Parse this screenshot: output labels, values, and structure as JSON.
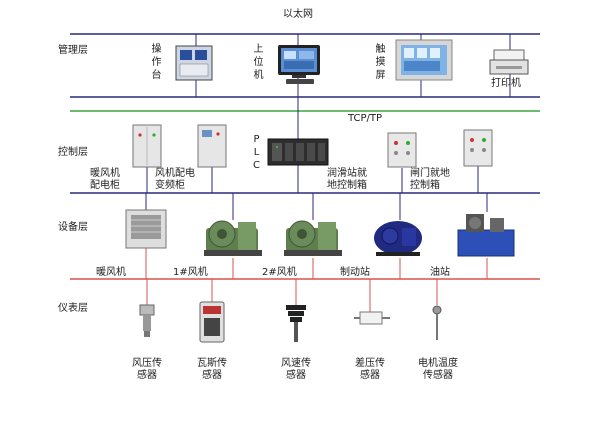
{
  "network": {
    "ethernet": "以太网",
    "tcpip": "TCP/TP"
  },
  "layers": {
    "management": "管理层",
    "control": "控制层",
    "device": "设备层",
    "instrument": "仪表层"
  },
  "management": {
    "console": "操\n作\n台",
    "host": "上\n位\n机",
    "touch": "触\n摸\n屏",
    "printer": "打印机"
  },
  "control": {
    "plc": "P\nL\nC",
    "heater_cabinet": "暖风机\n配电柜",
    "fan_inverter": "风机配电\n变频柜",
    "lube_box": "润滑站就\n地控制箱",
    "gate_box": "闸门就地\n控制箱"
  },
  "device": {
    "heater": "暖风机",
    "fan1": "1#风机",
    "fan2": "2#风机",
    "brake": "制动站",
    "oil": "油站"
  },
  "instrument": {
    "air_pressure": "风压传\n感器",
    "gas": "瓦斯传\n感器",
    "wind_speed": "风速传\n感器",
    "diff_pressure": "差压传\n感器",
    "motor_temp": "电机温度\n传感器"
  }
}
